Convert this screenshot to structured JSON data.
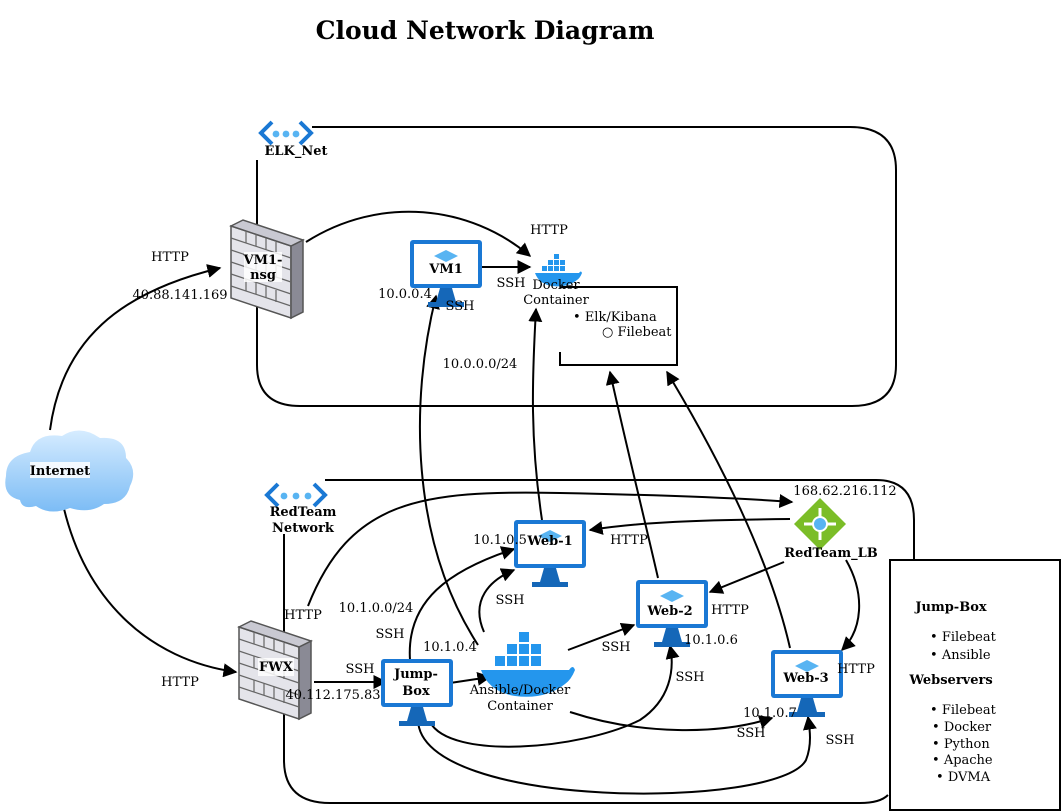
{
  "title": "Cloud Network Diagram",
  "networks": {
    "elk": "ELK_Net",
    "redteam": [
      "RedTeam",
      "Network"
    ]
  },
  "nodes": {
    "internet": "Internet",
    "vm1nsg": [
      "VM1-",
      "nsg"
    ],
    "fwx": "FWX",
    "vm1": "VM1",
    "docker": [
      "Docker",
      "Container"
    ],
    "web1": "Web-1",
    "web2": "Web-2",
    "web3": "Web-3",
    "jumpbox": [
      "Jump-",
      "Box"
    ],
    "ansible": [
      "Ansible/Docker",
      "Container"
    ],
    "lb": "RedTeam_LB"
  },
  "elk_list": {
    "item": "Elk/Kibana",
    "subitem": "Filebeat"
  },
  "labels": {
    "http_internet_top": "HTTP",
    "ip_nsg": "40.88.141.169",
    "http_internet_bottom": "HTTP",
    "ip_fwx": "40.112.175.83",
    "ssh_fwx_jump": "SSH",
    "http_fwx_lb": "HTTP",
    "ip_lb": "168.62.216.112",
    "http_docker": "HTTP",
    "ssh_vm1_docker": "SSH",
    "ip_vm1": "10.0.0.4",
    "ssh_vm1": "SSH",
    "subnet_elk": "10.0.0.0/24",
    "subnet_red": "10.1.0.0/24",
    "ssh_jump_web1": "SSH",
    "ip_jump": "10.1.0.4",
    "ip_web1": "10.1.0.5",
    "http_lb_web1": "HTTP",
    "ssh_ans_web1": "SSH",
    "ssh_ans_web2": "SSH",
    "http_lb_web2": "HTTP",
    "ip_web2": "10.1.0.6",
    "ssh_jump_web2": "SSH",
    "http_lb_web3": "HTTP",
    "ip_web3": "10.1.0.7",
    "ssh_ans_web3": "SSH",
    "ssh_jump_web3": "SSH"
  },
  "legend": {
    "jumpbox_title": "Jump-Box",
    "jumpbox_items": [
      "Filebeat",
      "Ansible"
    ],
    "web_title": "Webservers",
    "web_items": [
      "Filebeat",
      "Docker",
      "Python",
      "Apache",
      "DVMA"
    ]
  },
  "colors": {
    "monitor": "#1a78d4",
    "monitor_light": "#58b4f2",
    "docker": "#2496ed",
    "lb": "#7bbd28",
    "cloud": "#a8d4fb"
  }
}
